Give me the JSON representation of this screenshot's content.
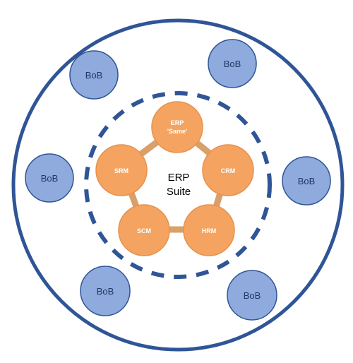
{
  "colors": {
    "outer_ring": "#2f5597",
    "dashed_ring": "#2f5597",
    "bob_fill": "#8faadc",
    "bob_stroke": "#2f5597",
    "bob_text": "#1f3864",
    "module_fill": "#f4a460",
    "module_stroke": "#e8914d",
    "module_text": "#ffffff",
    "connector": "#d9a06a",
    "center_text": "#000000"
  },
  "bob_nodes": [
    {
      "label": "BoB"
    },
    {
      "label": "BoB"
    },
    {
      "label": "BoB"
    },
    {
      "label": "BoB"
    },
    {
      "label": "BoB"
    },
    {
      "label": "BoB"
    }
  ],
  "modules": [
    {
      "label_line1": "ERP",
      "label_line2": "'Same'"
    },
    {
      "label_line1": "CRM",
      "label_line2": ""
    },
    {
      "label_line1": "HRM",
      "label_line2": ""
    },
    {
      "label_line1": "SCM",
      "label_line2": ""
    },
    {
      "label_line1": "SRM",
      "label_line2": ""
    }
  ],
  "center": {
    "line1": "ERP",
    "line2": "Suite"
  }
}
